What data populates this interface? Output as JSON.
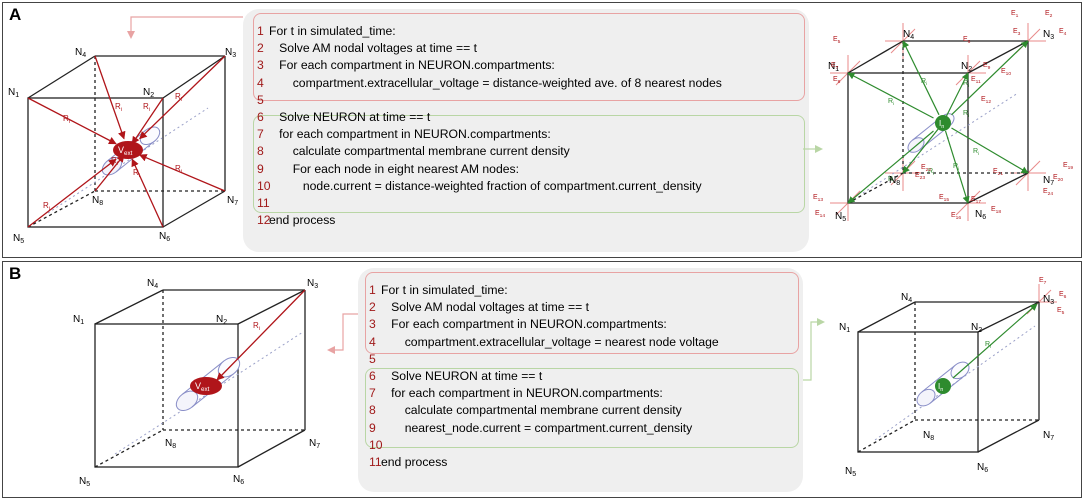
{
  "panels": [
    {
      "label": "A",
      "code": [
        {
          "n": "1",
          "text": "For t in simulated_time:"
        },
        {
          "n": "2",
          "text": "   Solve AM nodal voltages at time == t"
        },
        {
          "n": "3",
          "text": "   For each compartment in NEURON.compartments:"
        },
        {
          "n": "4",
          "text": "       compartment.extracellular_voltage = distance-weighted ave. of 8 nearest nodes"
        },
        {
          "n": "5",
          "text": ""
        },
        {
          "n": "6",
          "text": "   Solve NEURON at time == t"
        },
        {
          "n": "7",
          "text": "   for each compartment in NEURON.compartments:"
        },
        {
          "n": "8",
          "text": "       calculate compartmental membrane current density"
        },
        {
          "n": "9",
          "text": "       For each node in eight nearest AM nodes:"
        },
        {
          "n": "10",
          "text": "          node.current = distance-weighted fraction of compartment.current_density"
        },
        {
          "n": "11",
          "text": ""
        },
        {
          "n": "12",
          "text": "end process"
        }
      ],
      "left_center": "V",
      "left_center_sub": "ext",
      "right_center": "I",
      "right_center_sub": "n"
    },
    {
      "label": "B",
      "code": [
        {
          "n": "1",
          "text": "For t in simulated_time:"
        },
        {
          "n": "2",
          "text": "   Solve AM nodal voltages at time == t"
        },
        {
          "n": "3",
          "text": "   For each compartment in NEURON.compartments:"
        },
        {
          "n": "4",
          "text": "       compartment.extracellular_voltage = nearest node voltage"
        },
        {
          "n": "5",
          "text": ""
        },
        {
          "n": "6",
          "text": "   Solve NEURON at time == t"
        },
        {
          "n": "7",
          "text": "   for each compartment in NEURON.compartments:"
        },
        {
          "n": "8",
          "text": "       calculate compartmental membrane current density"
        },
        {
          "n": "9",
          "text": "       nearest_node.current = compartment.current_density"
        },
        {
          "n": "10",
          "text": ""
        },
        {
          "n": "11",
          "text": "end process"
        }
      ],
      "left_center": "V",
      "left_center_sub": "ext",
      "right_center": "I",
      "right_center_sub": "n"
    }
  ],
  "node_prefix": "N",
  "resistor_prefix": "R",
  "resistor_sub": "i",
  "element_prefix": "E",
  "colors": {
    "red": "#b0151a",
    "green": "#2e8b2e",
    "red_box": "#e8a3a3",
    "green_box": "#b9d6a5",
    "gray_box": "#efefef"
  }
}
